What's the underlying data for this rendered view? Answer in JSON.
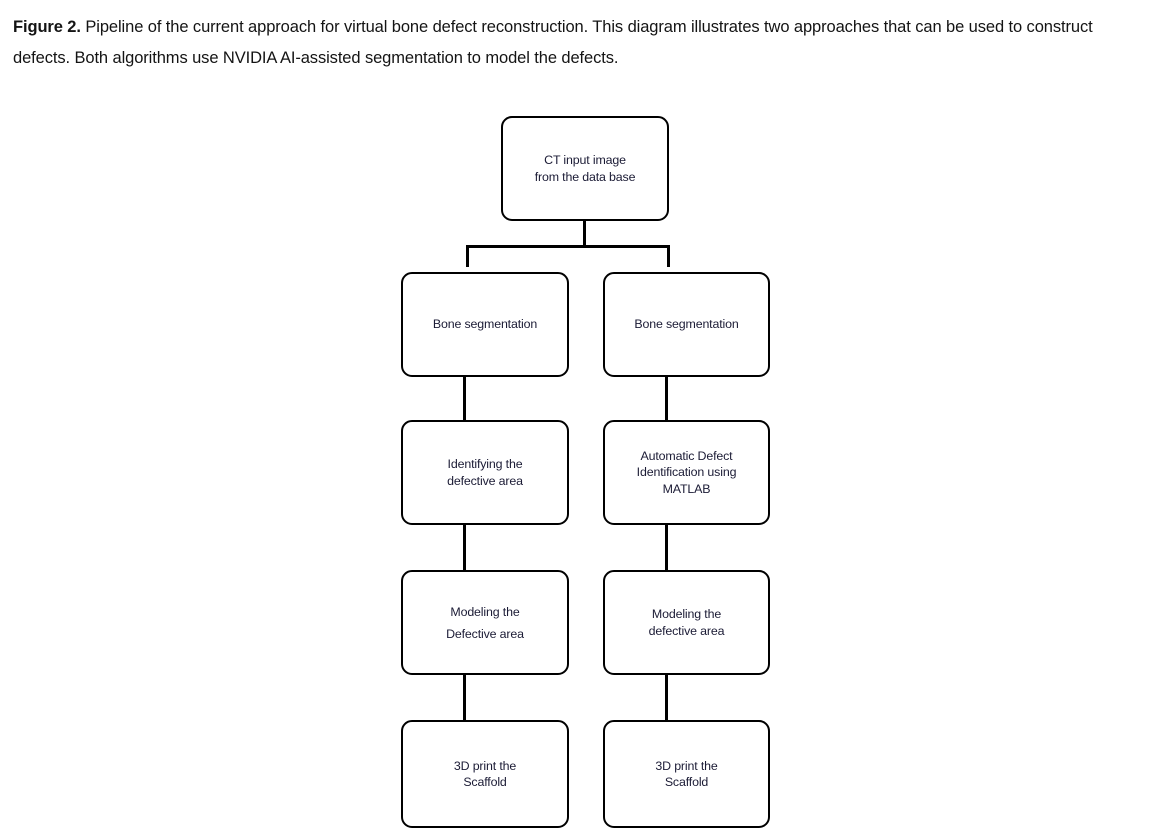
{
  "caption": {
    "label": "Figure 2.",
    "text": " Pipeline of the current approach for virtual bone defect reconstruction. This diagram illustrates two approaches that can be used to construct defects. Both algorithms use NVIDIA AI-assisted segmentation to model the defects."
  },
  "colors": {
    "stroke": "#000000",
    "node_text": "#1b1b35",
    "caption_text": "#141414",
    "background": "#ffffff"
  },
  "diagram": {
    "type": "flowchart",
    "root": {
      "id": "ct-input",
      "label": "CT input image\nfrom the data base"
    },
    "branches": [
      {
        "name": "left-branch",
        "steps": [
          {
            "id": "left-bone-segmentation",
            "label": "Bone segmentation"
          },
          {
            "id": "left-identify-defect",
            "label": "Identifying the\ndefective area"
          },
          {
            "id": "left-model-defect",
            "label": "Modeling the\nDefective area"
          },
          {
            "id": "left-3d-print",
            "label": "3D print the\nScaffold"
          }
        ]
      },
      {
        "name": "right-branch",
        "steps": [
          {
            "id": "right-bone-segmentation",
            "label": "Bone segmentation"
          },
          {
            "id": "right-auto-defect",
            "label": "Automatic Defect\nIdentification using\nMATLAB"
          },
          {
            "id": "right-model-defect",
            "label": "Modeling the\ndefective area"
          },
          {
            "id": "right-3d-print",
            "label": "3D print the\nScaffold"
          }
        ]
      }
    ]
  }
}
